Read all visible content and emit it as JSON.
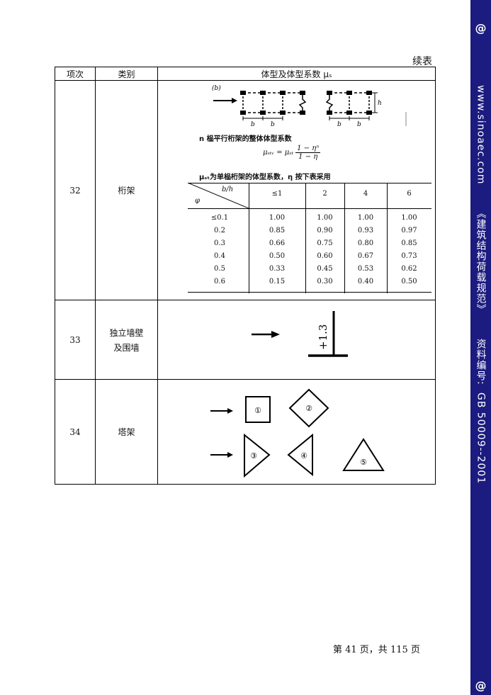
{
  "sidebar": {
    "top_mark": "@",
    "website": "www.sinoaec.com",
    "book_title": "《建筑结构荷载规范》",
    "doc_label": "资料编号:",
    "doc_number": "GB 50009--2001",
    "bottom_mark": "@"
  },
  "continued_label": "续表",
  "table": {
    "headers": [
      "项次",
      "类别",
      "体型及体型系数 μₛ"
    ],
    "rows": [
      {
        "item": "32",
        "category": "桁架"
      },
      {
        "item": "33",
        "category_line1": "独立墙壁",
        "category_line2": "及围墙"
      },
      {
        "item": "34",
        "category": "塔架"
      }
    ]
  },
  "truss": {
    "panel_label": "(b)",
    "dim_b": "b",
    "dim_h": "h",
    "title": "n 榀平行桁架的整体体型系数",
    "formula_left": "μₛₜᵥ = μₛₜ",
    "formula_num": "1 − ηⁿ",
    "formula_den": "1 − η",
    "note": "μₛₜ为单榀桁架的体型系数，η 按下表采用",
    "coef_table": {
      "corner_top": "b/h",
      "corner_bottom": "φ",
      "col_headers": [
        "≤1",
        "2",
        "4",
        "6"
      ],
      "rows": [
        {
          "phi": "≤0.1",
          "vals": [
            "1.00",
            "1.00",
            "1.00",
            "1.00"
          ]
        },
        {
          "phi": "0.2",
          "vals": [
            "0.85",
            "0.90",
            "0.93",
            "0.97"
          ]
        },
        {
          "phi": "0.3",
          "vals": [
            "0.66",
            "0.75",
            "0.80",
            "0.85"
          ]
        },
        {
          "phi": "0.4",
          "vals": [
            "0.50",
            "0.60",
            "0.67",
            "0.73"
          ]
        },
        {
          "phi": "0.5",
          "vals": [
            "0.33",
            "0.45",
            "0.53",
            "0.62"
          ]
        },
        {
          "phi": "0.6",
          "vals": [
            "0.15",
            "0.30",
            "0.40",
            "0.50"
          ]
        }
      ]
    }
  },
  "wall": {
    "coef": "+1.3"
  },
  "tower": {
    "labels": [
      "①",
      "②",
      "③",
      "④",
      "⑤"
    ]
  },
  "footer": "第 41 页，共 115 页"
}
